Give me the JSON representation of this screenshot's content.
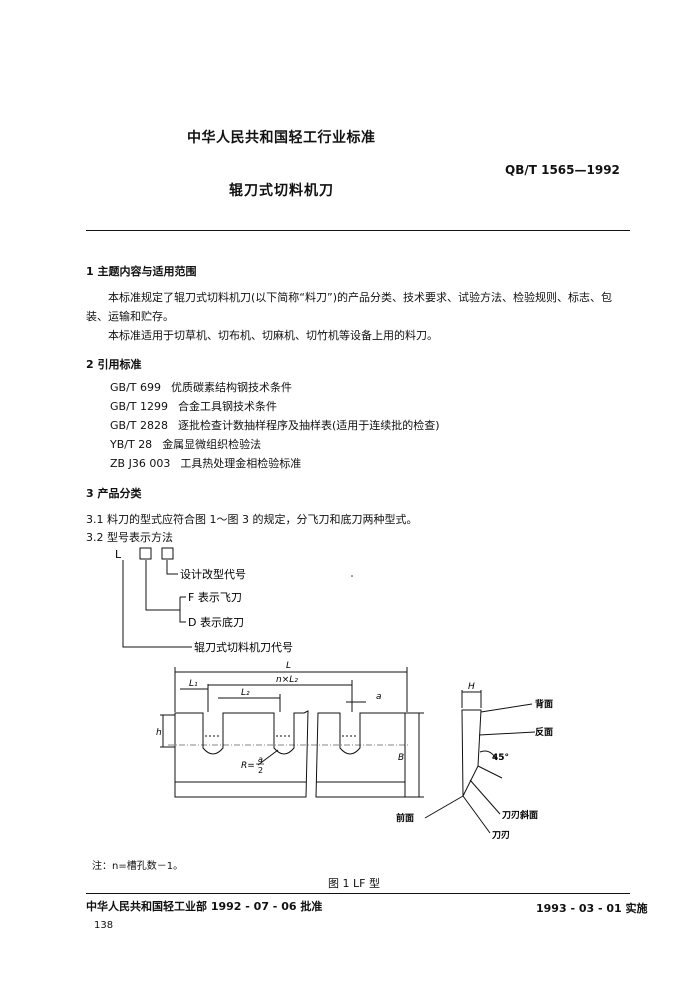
{
  "header": {
    "org": "中华人民共和国轻工行业标准",
    "code": "QB/T 1565—1992",
    "title": "辊刀式切料机刀"
  },
  "s1": {
    "heading": "1  主题内容与适用范围",
    "p1": "本标准规定了辊刀式切料机刀(以下简称“料刀”)的产品分类、技术要求、试验方法、检验规则、标志、包装、运输和贮存。",
    "p2": "本标准适用于切草机、切布机、切麻机、切竹机等设备上用的料刀。"
  },
  "s2": {
    "heading": "2  引用标准",
    "refs": [
      {
        "code": "GB/T 699",
        "name": "优质碳素结构钢技术条件"
      },
      {
        "code": "GB/T 1299",
        "name": "合金工具钢技术条件"
      },
      {
        "code": "GB/T 2828",
        "name": "逐批检查计数抽样程序及抽样表(适用于连续批的检查)"
      },
      {
        "code": "YB/T 28",
        "name": "金属显微组织检验法"
      },
      {
        "code": "ZB J36 003",
        "name": "工具热处理金相检验标准"
      }
    ]
  },
  "s3": {
    "heading": "3  产品分类",
    "c1": "3.1  料刀的型式应符合图 1～图 3 的规定，分飞刀和底刀两种型式。",
    "c2": "3.2  型号表示方法"
  },
  "model": {
    "letter": "L",
    "design": "设计改型代号",
    "f": "F 表示飞刀",
    "d": "D 表示底刀",
    "base": "辊刀式切料机刀代号"
  },
  "figure": {
    "L": "L",
    "L1": "L₁",
    "L2": "L₂",
    "nL2": "n×L₂",
    "a": "a",
    "h": "h",
    "B": "B",
    "R": "R=",
    "R_num": "a",
    "R_den": "2",
    "H": "H",
    "back_face": "背面",
    "reverse_face": "反面",
    "angle": "45°",
    "front_face": "前面",
    "bevel": "刀刃斜面",
    "edge": "刀刃",
    "note": "注：n=槽孔数－1。",
    "caption": "图 1   LF 型"
  },
  "footer": {
    "left": "中华人民共和国轻工业部 1992 - 07 - 06 批准",
    "right": "1993 - 03 - 01 实施",
    "page": "138"
  }
}
